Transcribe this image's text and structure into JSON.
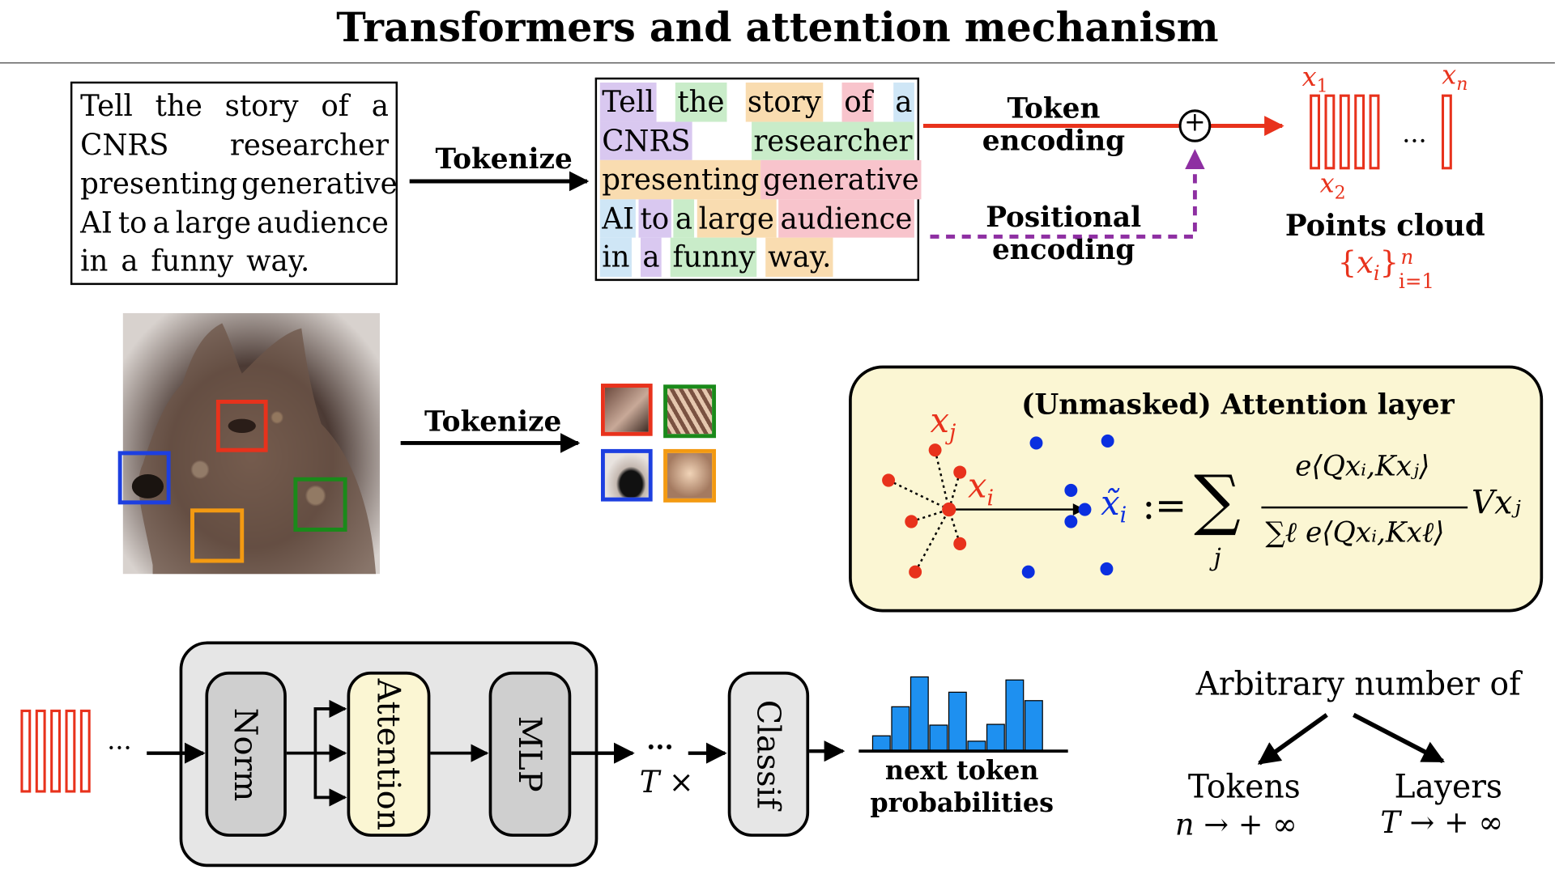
{
  "title": "Transformers and attention mechanism",
  "text_input": {
    "lines": [
      [
        "Tell",
        "the",
        "story",
        "of",
        "a"
      ],
      [
        "CNRS",
        "researcher"
      ],
      [
        "presenting",
        "generative"
      ],
      [
        "AI",
        "to",
        "a",
        "large",
        "audience"
      ],
      [
        "in",
        "a",
        "funny",
        "way."
      ]
    ]
  },
  "tokenized_text": {
    "lines": [
      [
        "Tell",
        "the",
        "story",
        "of",
        "a"
      ],
      [
        "CNRS",
        "researcher"
      ],
      [
        "presenting",
        "generative"
      ],
      [
        "AI",
        "to",
        "a",
        "large",
        "audience"
      ],
      [
        "in",
        "a",
        "funny",
        "way."
      ]
    ],
    "token_colors": [
      "#d9c8f0",
      "#c9ecc9",
      "#f9dcb0",
      "#f8c4cc",
      "#cfe6f6"
    ]
  },
  "labels": {
    "tokenize_text": "Tokenize",
    "tokenize_image": "Tokenize",
    "token_encoding": [
      "Token",
      "encoding"
    ],
    "positional_encoding": [
      "Positional",
      "encoding"
    ],
    "plus": "+",
    "points_cloud": "Points cloud",
    "points_cloud_formula": {
      "open": "{",
      "var": "x",
      "sub": "i",
      "close": "}",
      "sup": "n",
      "sub2": "i=1"
    },
    "x1": {
      "var": "x",
      "sub": "1"
    },
    "x2": {
      "var": "x",
      "sub": "2"
    },
    "xn": {
      "var": "x",
      "sub": "n"
    },
    "ellipsis": "..."
  },
  "attention": {
    "title": "(Unmasked) Attention layer",
    "xj": {
      "var": "x",
      "sub": "j"
    },
    "xi": {
      "var": "x",
      "sub": "i"
    },
    "tilde_xi": {
      "var": "x̃",
      "sub": "i"
    },
    "assign": ":=",
    "sum": "∑",
    "sum_index": "j",
    "numerator": "e⟨Qxᵢ,Kxⱼ⟩",
    "denominator": "∑ℓ e⟨Qxᵢ,Kxℓ⟩",
    "tail": "Vxⱼ"
  },
  "image_patch_colors": [
    "#e8321c",
    "#1a8a1a",
    "#1d3fe0",
    "#f39a12"
  ],
  "pipeline": {
    "leading_ellipsis": "...",
    "norm": "Norm",
    "attention": "Attention",
    "mlp": "MLP",
    "repeat_dots": "...",
    "repeat": "T ×",
    "classif": "Classif",
    "histogram_values": [
      0.2,
      0.58,
      0.97,
      0.34,
      0.77,
      0.13,
      0.35,
      0.93,
      0.66
    ],
    "next_token": [
      "next token",
      "probabilities"
    ]
  },
  "scaling": {
    "header": "Arbitrary number of",
    "tokens": "Tokens",
    "tokens_limit": "n → + ∞",
    "layers": "Layers",
    "layers_limit": "T → + ∞"
  },
  "colors": {
    "red": "#e8321c",
    "purple": "#8e2fa2",
    "blue": "#0a2fe0",
    "bar_blue": "#1e90f0",
    "panel_yellow": "#fbf6d3",
    "block_gray": "#e6e6e6",
    "norm_gray": "#cfcfcf",
    "attention_yellow": "#fbf6d3"
  }
}
